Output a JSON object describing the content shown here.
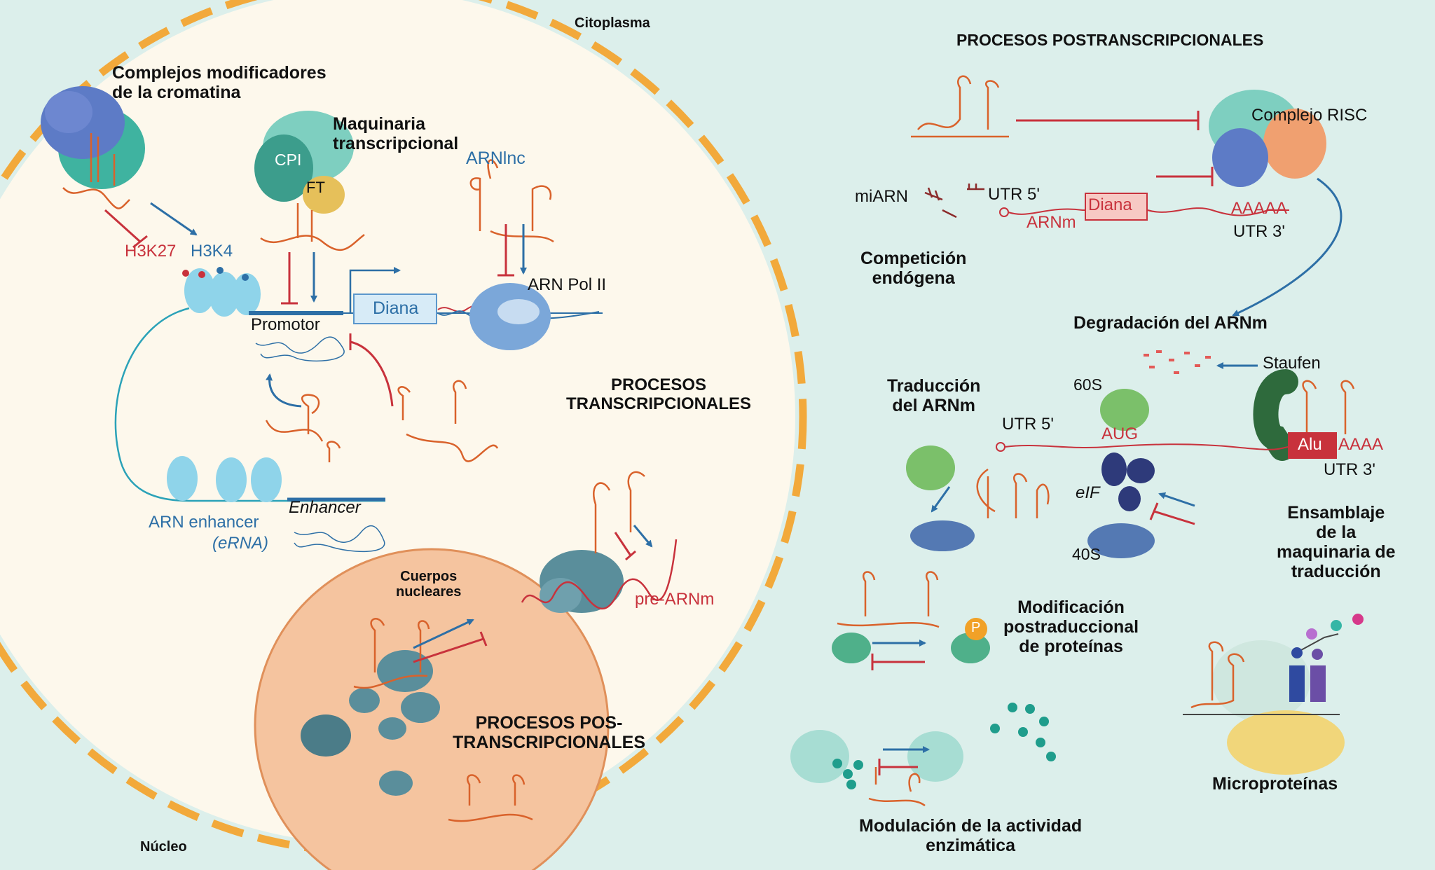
{
  "labels": {
    "citoplasma": "Citoplasma",
    "nucleo": "Núcleo",
    "complejos": "Complejos modificadores\nde la cromatina",
    "maquinaria": "Maquinaria\ntranscripcional",
    "cpi": "CPI",
    "ft": "FT",
    "arnlnc": "ARNlnc",
    "h3k27": "H3K27",
    "h3k4": "H3K4",
    "promotor": "Promotor",
    "diana_nuc": "Diana",
    "arn_pol": "ARN Pol II",
    "procesos_trans": "PROCESOS\nTRANSCRIPCIONALES",
    "arn_enhancer_1": "ARN enhancer",
    "arn_enhancer_2": "(eRNA)",
    "enhancer": "Enhancer",
    "cuerpos": "Cuerpos\nnucleares",
    "pre_arnm": "pre-ARNm",
    "procesos_pos": "PROCESOS POS-\nTRANSCRIPCIONALES",
    "procesos_post": "PROCESOS POSTRANSCRIPCIONALES",
    "complejo_risc": "Complejo RISC",
    "miarn": "miARN",
    "utr5_top": "UTR 5'",
    "diana_cyto": "Diana",
    "aaaaa": "AAAAA",
    "arnm": "ARNm",
    "utr3_top": "UTR 3'",
    "competicion": "Competición\nendógena",
    "degradacion": "Degradación del ARNm",
    "staufen": "Staufen",
    "traduccion": "Traducción\ndel ARNm",
    "s60": "60S",
    "utr5_mid": "UTR 5'",
    "aug": "AUG",
    "alu": "Alu",
    "aaaa": "AAAA",
    "utr3_mid": "UTR 3'",
    "eif": "eIF",
    "s40": "40S",
    "ensamblaje": "Ensamblaje\nde la\nmaquinaria de\ntraducción",
    "modificacion": "Modificación\npostraduccional\nde proteínas",
    "p": "P",
    "microproteinas": "Microproteínas",
    "modulacion": "Modulación de la actividad\nenzimática"
  },
  "colors": {
    "background": "#dcefeb",
    "nucleus": "#fdf8ec",
    "envelope": "#f2a93b",
    "body": "#f5c49f",
    "rna": "#d9622b",
    "activation": "#2d6fa6",
    "inhibition": "#c8323c"
  }
}
